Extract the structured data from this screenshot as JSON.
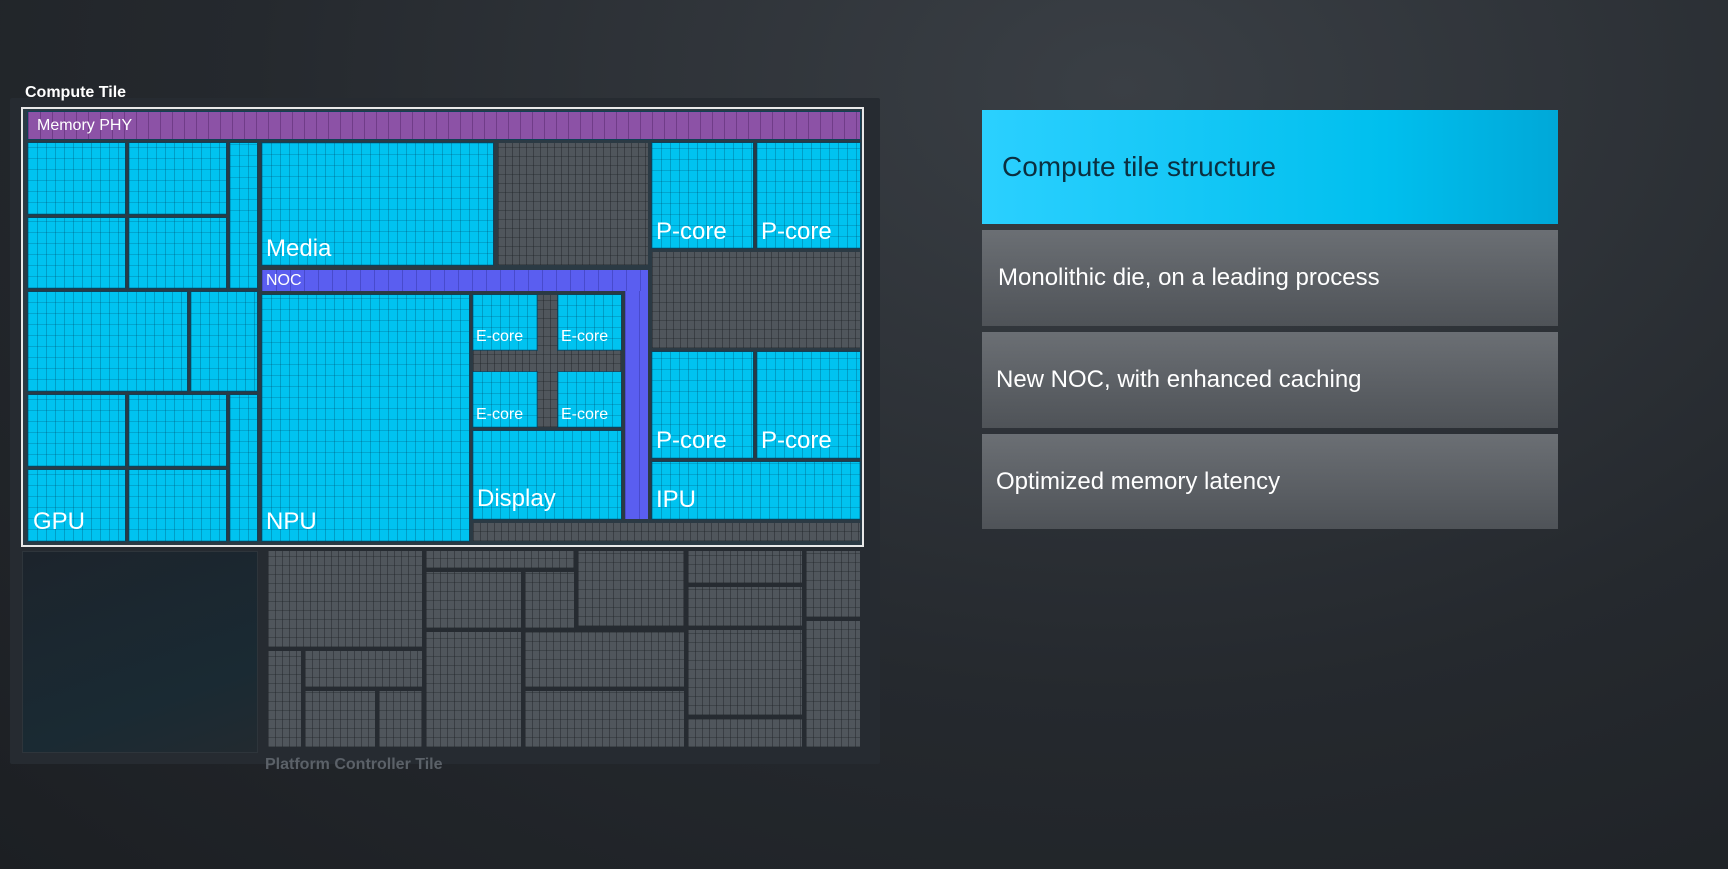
{
  "diagram": {
    "compute_tile_label": "Compute Tile",
    "platform_controller_tile_label": "Platform Controller Tile",
    "blocks": {
      "memory_phy": "Memory PHY",
      "media": "Media",
      "noc": "NOC",
      "gpu": "GPU",
      "npu": "NPU",
      "display": "Display",
      "ipu": "IPU",
      "p_core": "P-core",
      "e_core": "E-core"
    }
  },
  "panel": {
    "items": [
      {
        "label": "Compute tile structure",
        "active": true
      },
      {
        "label": "Monolithic die, on a leading process",
        "active": false
      },
      {
        "label": "New NOC, with enhanced caching",
        "active": false
      },
      {
        "label": "Optimized memory latency",
        "active": false
      }
    ]
  },
  "colors": {
    "compute": "#00c3f0",
    "memory_phy": "#8c52a6",
    "noc": "#5a5ef0",
    "inactive": "#50565c"
  }
}
